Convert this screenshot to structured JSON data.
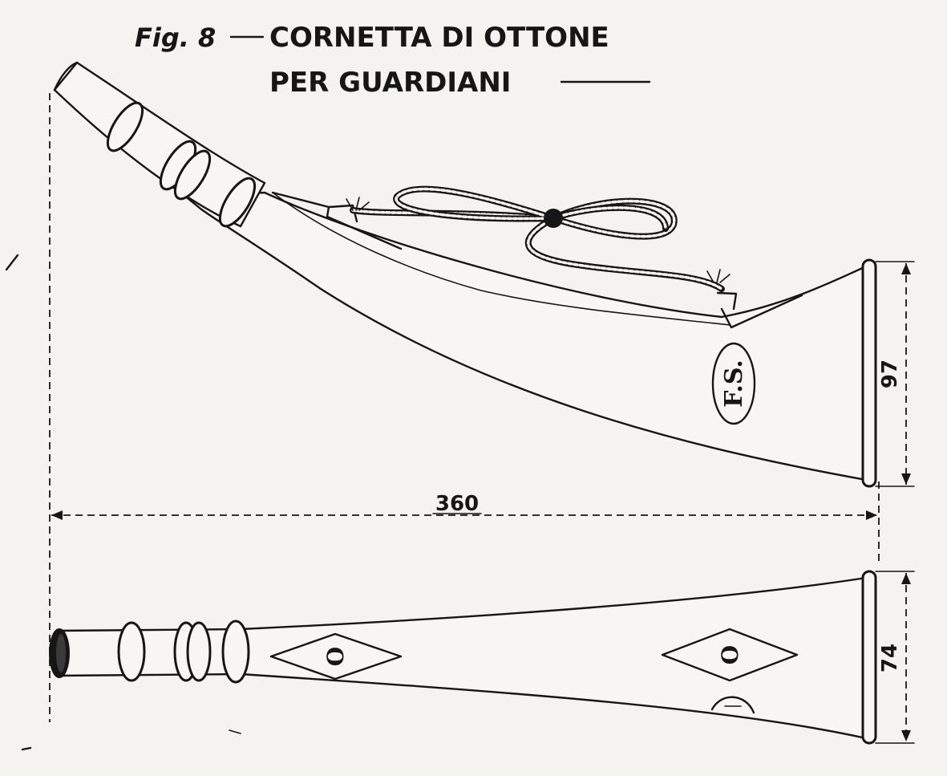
{
  "figure": {
    "label": "Fig. 8",
    "title_line1": "CORNETTA DI OTTONE",
    "title_line2": "PER GUARDIANI"
  },
  "dimensions": {
    "overall_length": "360",
    "bell_height_side": "97",
    "bell_height_top": "74"
  },
  "markings": {
    "side_emblem": "F.S.",
    "top_diamond_left": "O",
    "top_diamond_right": "O"
  },
  "colors": {
    "ink": "#161616",
    "paper": "#f4f3ef"
  }
}
